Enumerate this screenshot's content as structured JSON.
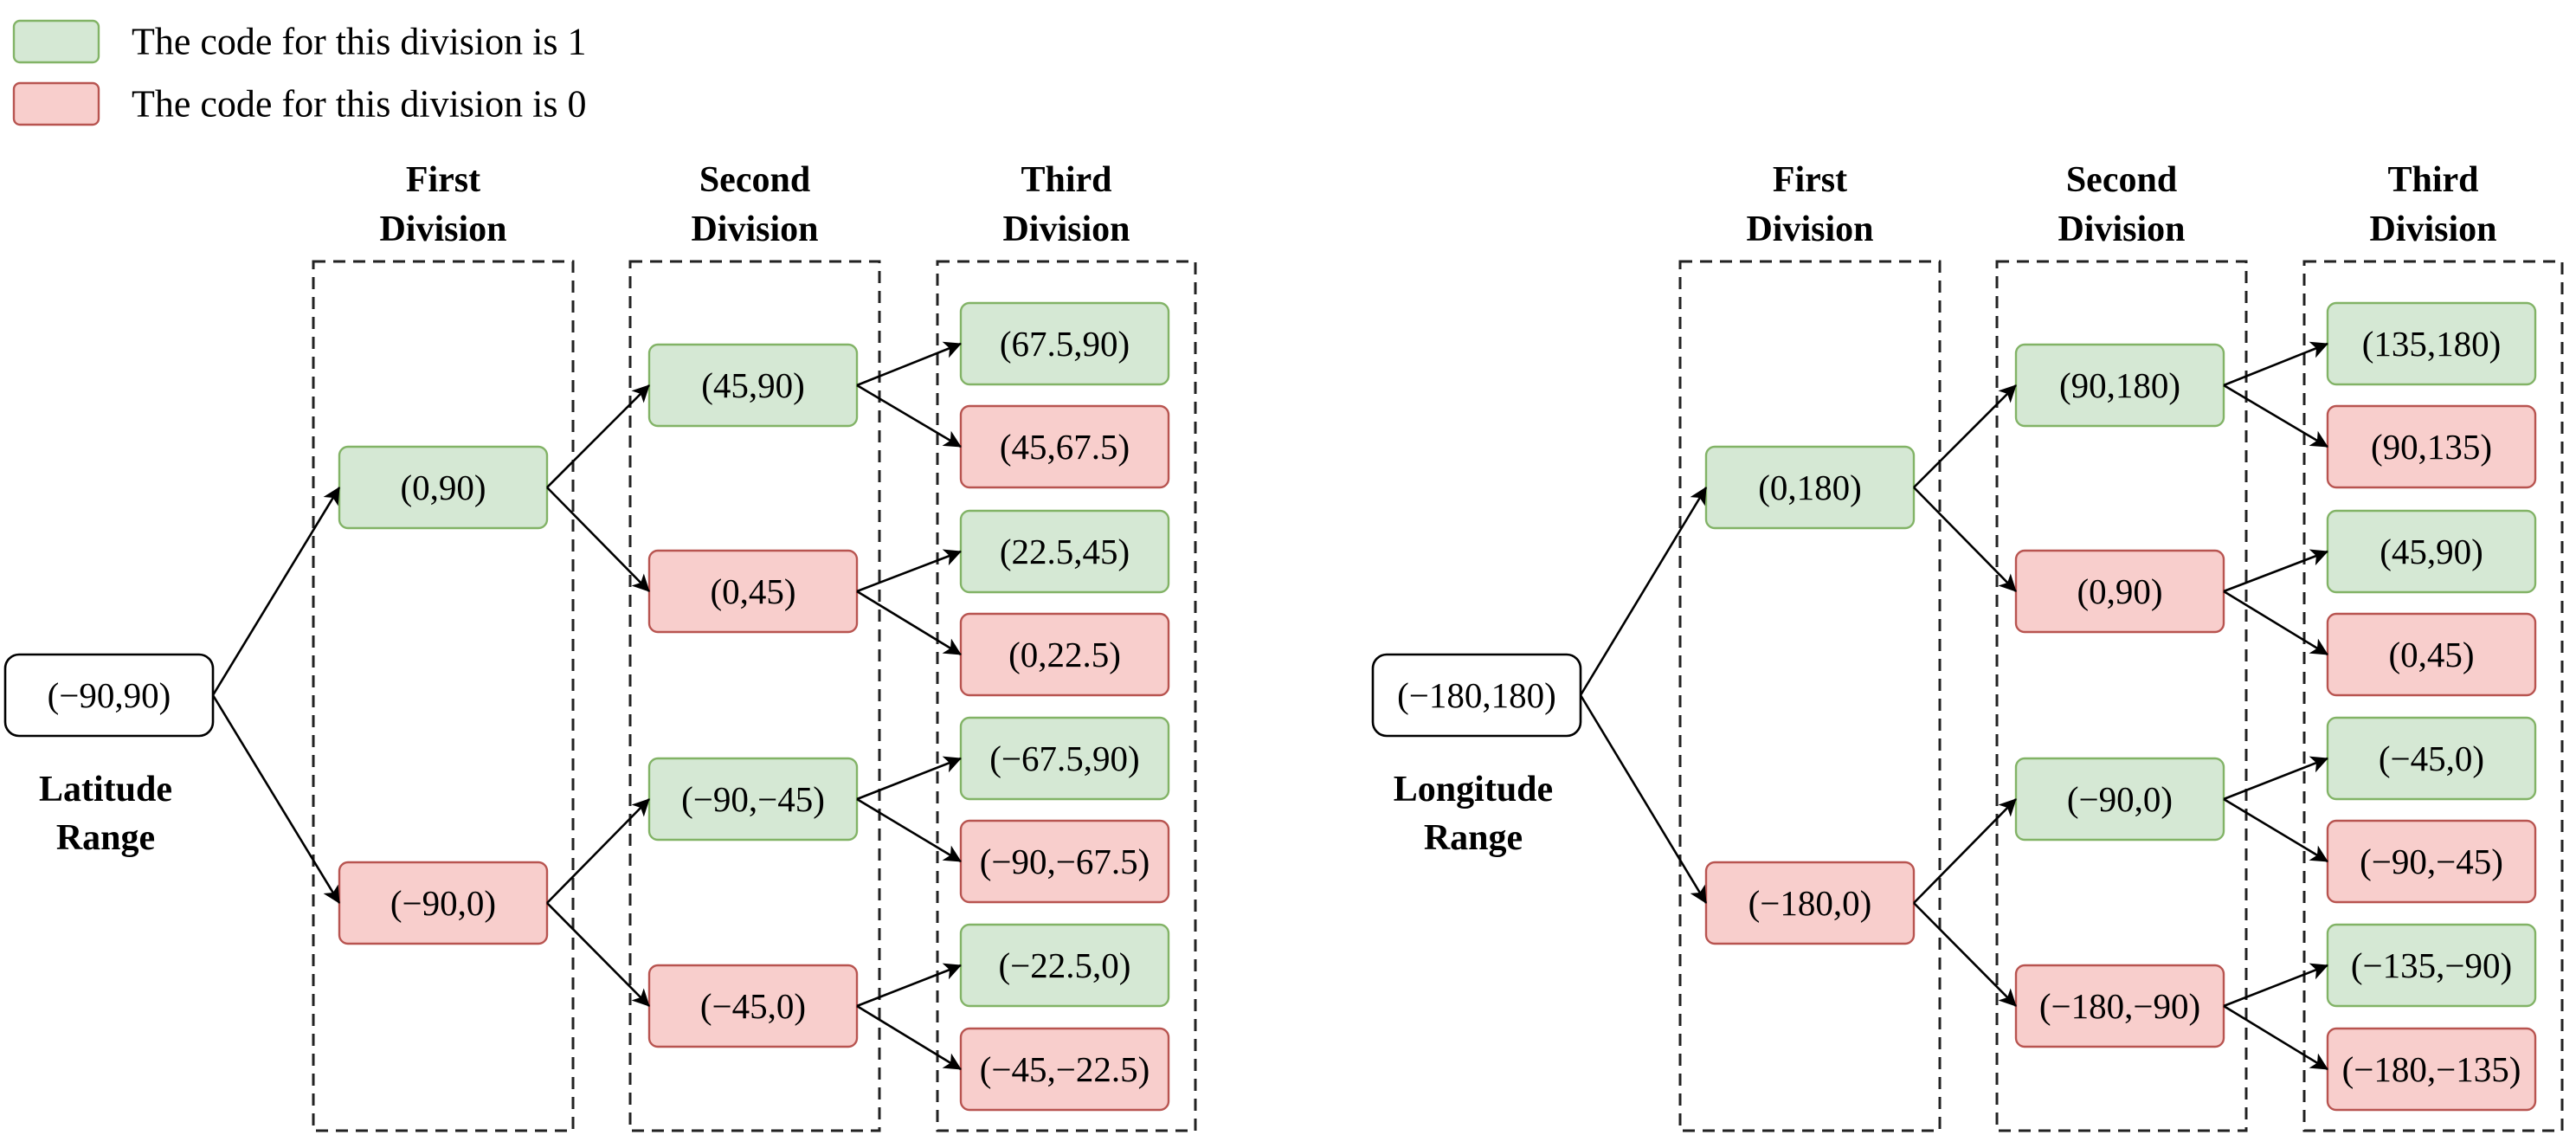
{
  "colors": {
    "green_fill": "#d5e8d4",
    "green_stroke": "#82b366",
    "red_fill": "#f8cecc",
    "red_stroke": "#b85450",
    "root_fill": "#ffffff",
    "root_stroke": "#000000"
  },
  "legend": [
    {
      "label": "The code for this division is 1",
      "code": 1
    },
    {
      "label": "The code for this division is 0",
      "code": 0
    }
  ],
  "trees": [
    {
      "id": "latitude",
      "root": "(−90,90)",
      "root_label": [
        "Latitude",
        "Range"
      ],
      "headers": [
        [
          "First",
          "Division"
        ],
        [
          "Second",
          "Division"
        ],
        [
          "Third",
          "Division"
        ]
      ],
      "level1": [
        {
          "label": "(0,90)",
          "code": 1
        },
        {
          "label": "(−90,0)",
          "code": 0
        }
      ],
      "level2": [
        {
          "label": "(45,90)",
          "code": 1
        },
        {
          "label": "(0,45)",
          "code": 0
        },
        {
          "label": "(−90,−45)",
          "code": 1
        },
        {
          "label": "(−45,0)",
          "code": 0
        }
      ],
      "level3": [
        {
          "label": "(67.5,90)",
          "code": 1
        },
        {
          "label": "(45,67.5)",
          "code": 0
        },
        {
          "label": "(22.5,45)",
          "code": 1
        },
        {
          "label": "(0,22.5)",
          "code": 0
        },
        {
          "label": "(−67.5,90)",
          "code": 1
        },
        {
          "label": "(−90,−67.5)",
          "code": 0
        },
        {
          "label": "(−22.5,0)",
          "code": 1
        },
        {
          "label": "(−45,−22.5)",
          "code": 0
        }
      ]
    },
    {
      "id": "longitude",
      "root": "(−180,180)",
      "root_label": [
        "Longitude",
        "Range"
      ],
      "headers": [
        [
          "First",
          "Division"
        ],
        [
          "Second",
          "Division"
        ],
        [
          "Third",
          "Division"
        ]
      ],
      "level1": [
        {
          "label": "(0,180)",
          "code": 1
        },
        {
          "label": "(−180,0)",
          "code": 0
        }
      ],
      "level2": [
        {
          "label": "(90,180)",
          "code": 1
        },
        {
          "label": "(0,90)",
          "code": 0
        },
        {
          "label": "(−90,0)",
          "code": 1
        },
        {
          "label": "(−180,−90)",
          "code": 0
        }
      ],
      "level3": [
        {
          "label": "(135,180)",
          "code": 1
        },
        {
          "label": "(90,135)",
          "code": 0
        },
        {
          "label": "(45,90)",
          "code": 1
        },
        {
          "label": "(0,45)",
          "code": 0
        },
        {
          "label": "(−45,0)",
          "code": 1
        },
        {
          "label": "(−90,−45)",
          "code": 0
        },
        {
          "label": "(−135,−90)",
          "code": 1
        },
        {
          "label": "(−180,−135)",
          "code": 0
        }
      ]
    }
  ]
}
